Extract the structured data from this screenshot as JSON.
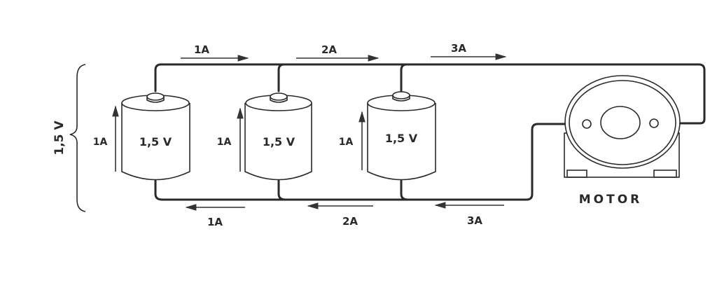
{
  "voltage_brace_label": "1,5 V",
  "batteries": [
    {
      "label": "1,5 V",
      "current_label": "1A"
    },
    {
      "label": "1,5 V",
      "current_label": "1A"
    },
    {
      "label": "1,5 V",
      "current_label": "1A"
    }
  ],
  "top_currents": [
    "1A",
    "2A",
    "3A"
  ],
  "bottom_currents": [
    "1A",
    "2A",
    "3A"
  ],
  "motor_label": "MOTOR",
  "ink_color": "#2a2a2a"
}
